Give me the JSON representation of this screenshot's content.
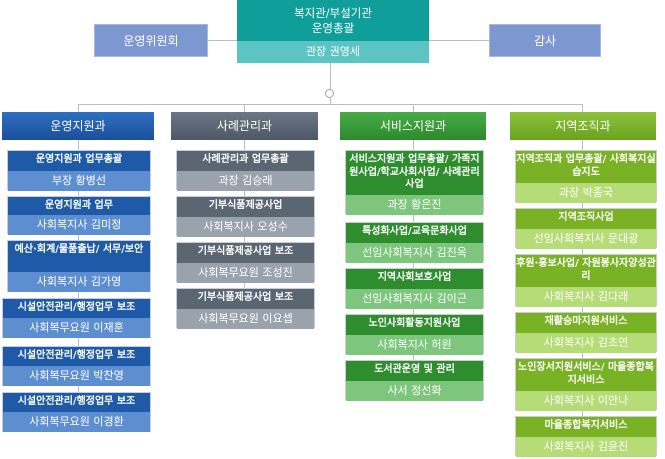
{
  "top": {
    "line1": "복지관/부설기관",
    "line2": "운영총괄",
    "director": "관장 권영세"
  },
  "side_left": "운영위원회",
  "side_right": "감사",
  "departments": [
    {
      "name": "운영지원과",
      "cards": [
        {
          "title": "운영지원과 업무총괄",
          "person": "부장 황병선"
        },
        {
          "title": "운영지원과 업무",
          "person": "사회복지사 김미정"
        },
        {
          "title": "예산·회계/물품출납/ 서무/보안",
          "person": "사회복지사 김가영"
        },
        {
          "title": "시설안전관리/행정업무 보조",
          "person": "사회복무요원 이재훈"
        },
        {
          "title": "시설안전관리/행정업무 보조",
          "person": "사회복무요원 박찬영"
        },
        {
          "title": "시설안전관리/행정업무 보조",
          "person": "사회복무요원 이경환"
        }
      ]
    },
    {
      "name": "사례관리과",
      "cards": [
        {
          "title": "사례관리과 업무총괄",
          "person": "과장 김승래"
        },
        {
          "title": "기부식품제공사업",
          "person": "사회복지사 오성수"
        },
        {
          "title": "기부식품제공사업 보조",
          "person": "사회복무요원 조성진"
        },
        {
          "title": "기부식품제공사업 보조",
          "person": "사회복무요원 이요셉"
        }
      ]
    },
    {
      "name": "서비스지원과",
      "cards": [
        {
          "title": "서비스지원과 업무총괄/ 가족지원사업/학교사회사업/ 사례관리사업",
          "person": "과장 황은진"
        },
        {
          "title": "특성화사업/교육문화사업",
          "person": "선임사회복지사 김진옥"
        },
        {
          "title": "지역사회보호사업",
          "person": "선임사회복지사 김이근"
        },
        {
          "title": "노인사회활동지원사업",
          "person": "사회복지사 허원"
        },
        {
          "title": "도서관운영 및 관리",
          "person": "사서 정선화"
        }
      ]
    },
    {
      "name": "지역조직과",
      "cards": [
        {
          "title": "지역조직과 업무총괄/ 사회복지실습지도",
          "person": "과장 박종국"
        },
        {
          "title": "지역조직사업",
          "person": "선임사회복지사 문대광"
        },
        {
          "title": "후원·홍보사업/ 자원봉사자양성관리",
          "person": "사회복지사 김다래"
        },
        {
          "title": "재활승마지원서비스",
          "person": "사회복지사 김초연"
        },
        {
          "title": "노인장서지원서비스/ 마을종합복지서비스",
          "person": "사회복지사 이안나"
        },
        {
          "title": "마을종합복지서비스",
          "person": "사회복지사 김윤진"
        }
      ]
    }
  ]
}
